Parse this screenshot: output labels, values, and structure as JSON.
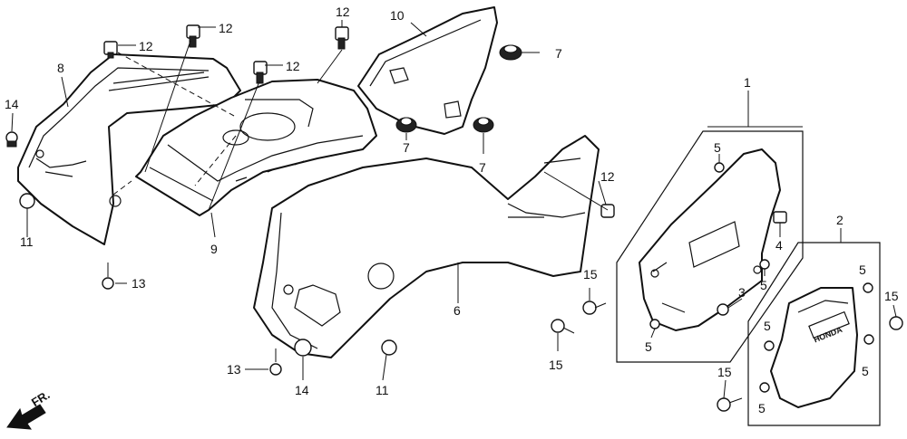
{
  "labels": {
    "l1": "1",
    "l2": "2",
    "l3": "3",
    "l4": "4",
    "l5": "5",
    "l6": "6",
    "l7": "7",
    "l8": "8",
    "l9": "9",
    "l10": "10",
    "l11": "11",
    "l12": "12",
    "l13": "13",
    "l14": "14",
    "l15": "15"
  },
  "direction_marker": "FR.",
  "emblem_text": "HONDA"
}
